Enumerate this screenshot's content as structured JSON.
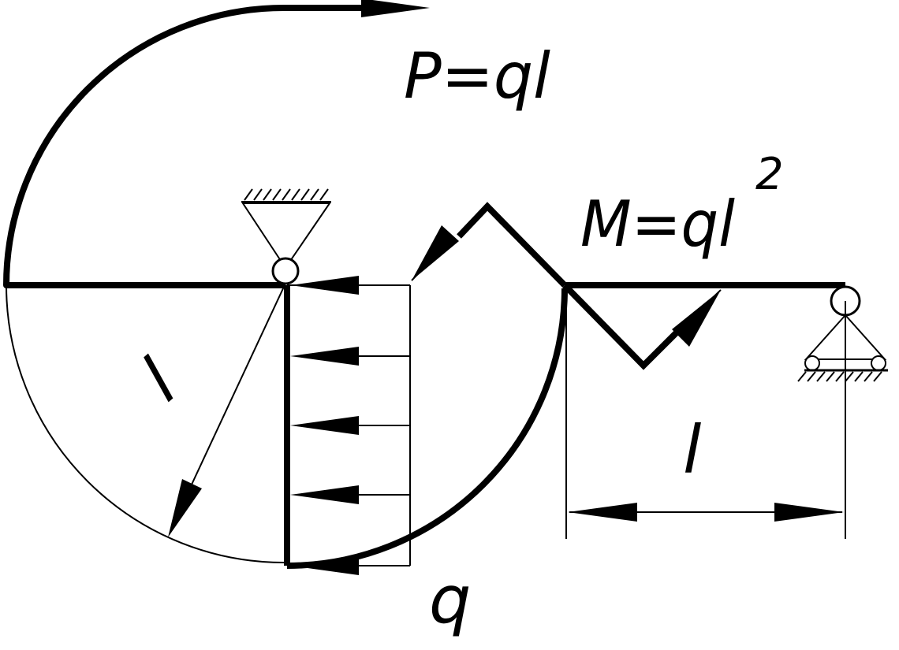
{
  "labels": {
    "force": "P=ql",
    "moment": "M=ql",
    "moment_exponent": "2",
    "distributed_load": "q",
    "radius": "l",
    "span": "l"
  },
  "colors": {
    "ink": "#000000",
    "paper": "#ffffff"
  }
}
